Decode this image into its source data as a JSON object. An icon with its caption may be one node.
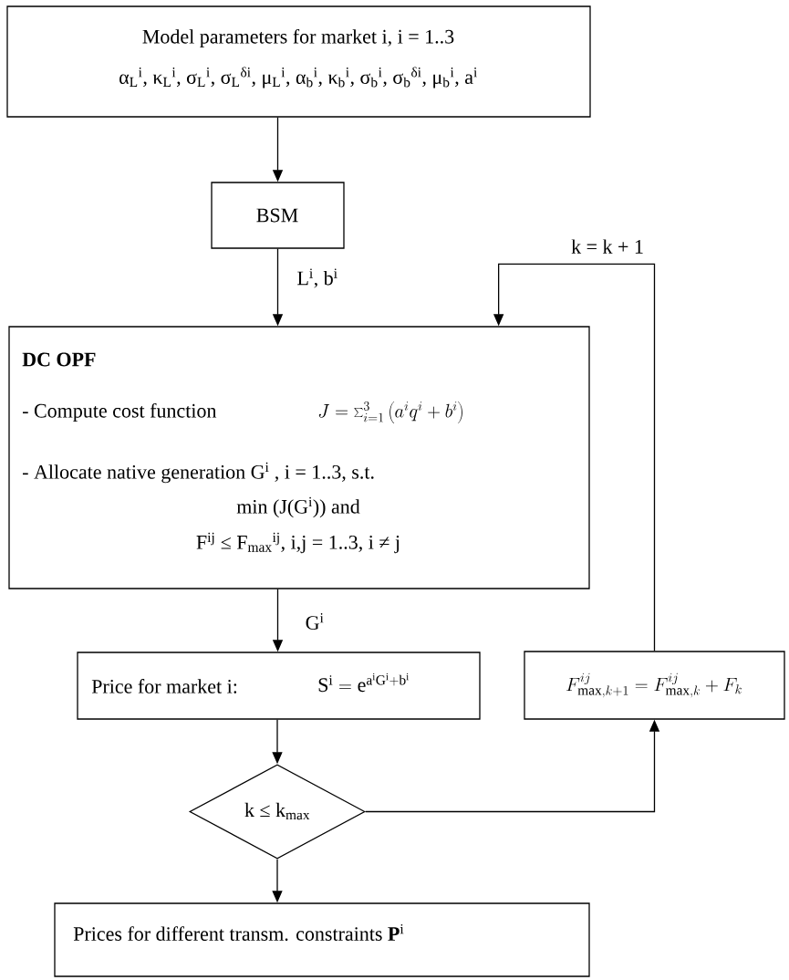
{
  "diagram": {
    "nodes": [
      {
        "text": [
          "Model parameters for market i, i = 1..3",
          "α$_{L}$$^{i}$, κ$_{L}$$^{i}$, σ$_{L}$$^{i}$, σ$_{L}$$^{δi}$, μ$_{L}$$^{i}$, α$_{b}$$^{i}$, κ$_{b}$$^{i}$, σ$_{b}$$^{i}$, σ$_{b}$$^{δi}$, μ$_{b}$$^{i}$, a$^{i}$"
        ]
      },
      {
        "text": [
          "BSM"
        ]
      },
      {
        "text": [
          "DC OPF",
          "- Compute cost function",
          "J=\\sum_{i=1}^{3}\\left(a^{i}q^{i}+b^{i}\\right)",
          "- Allocate native generation G$^{i}$ , i = 1..3, s.t.",
          "min (J(G$^{i}$)) and",
          "F$^{ij}$ ≤ F$_{max}$$^{ij}$, i,j = 1..3, i ≠ j"
        ]
      },
      {
        "text": [
          "Price for market i:",
          "\\mathrm{S}^{\\mathrm{i}}=\\mathrm{e}^{\\mathrm{a}^{\\mathrm{i}}\\mathrm{G}^{\\mathrm{i}}+\\mathrm{b}^{\\mathrm{i}}}"
        ]
      },
      {
        "text": [
          "k ≤ k$_{max}$"
        ]
      },
      {
        "text": [
          "Prices for different transm. constraints **P**$^{i}$"
        ]
      },
      {
        "text": [
          "F^{ij}_{\\max,k+1}=F^{ij}_{\\max,k}+F_{k}"
        ]
      }
    ],
    "edges": [
      {
        "from": 0,
        "to": 1,
        "arrow": "to"
      },
      {
        "from": 1,
        "to": 2,
        "arrow": "to",
        "label": "L$^{i}$, b$^{i}$"
      },
      {
        "from": 2,
        "to": 3,
        "arrow": "to",
        "label": "G$^{i}$"
      },
      {
        "from": 3,
        "to": 4,
        "arrow": "to"
      },
      {
        "from": 4,
        "to": 5,
        "arrow": "to"
      },
      {
        "from": 4,
        "to": 6,
        "arrow": "to"
      },
      {
        "from": 6,
        "to": 2,
        "arrow": "to",
        "label": "k = k + 1"
      }
    ]
  }
}
